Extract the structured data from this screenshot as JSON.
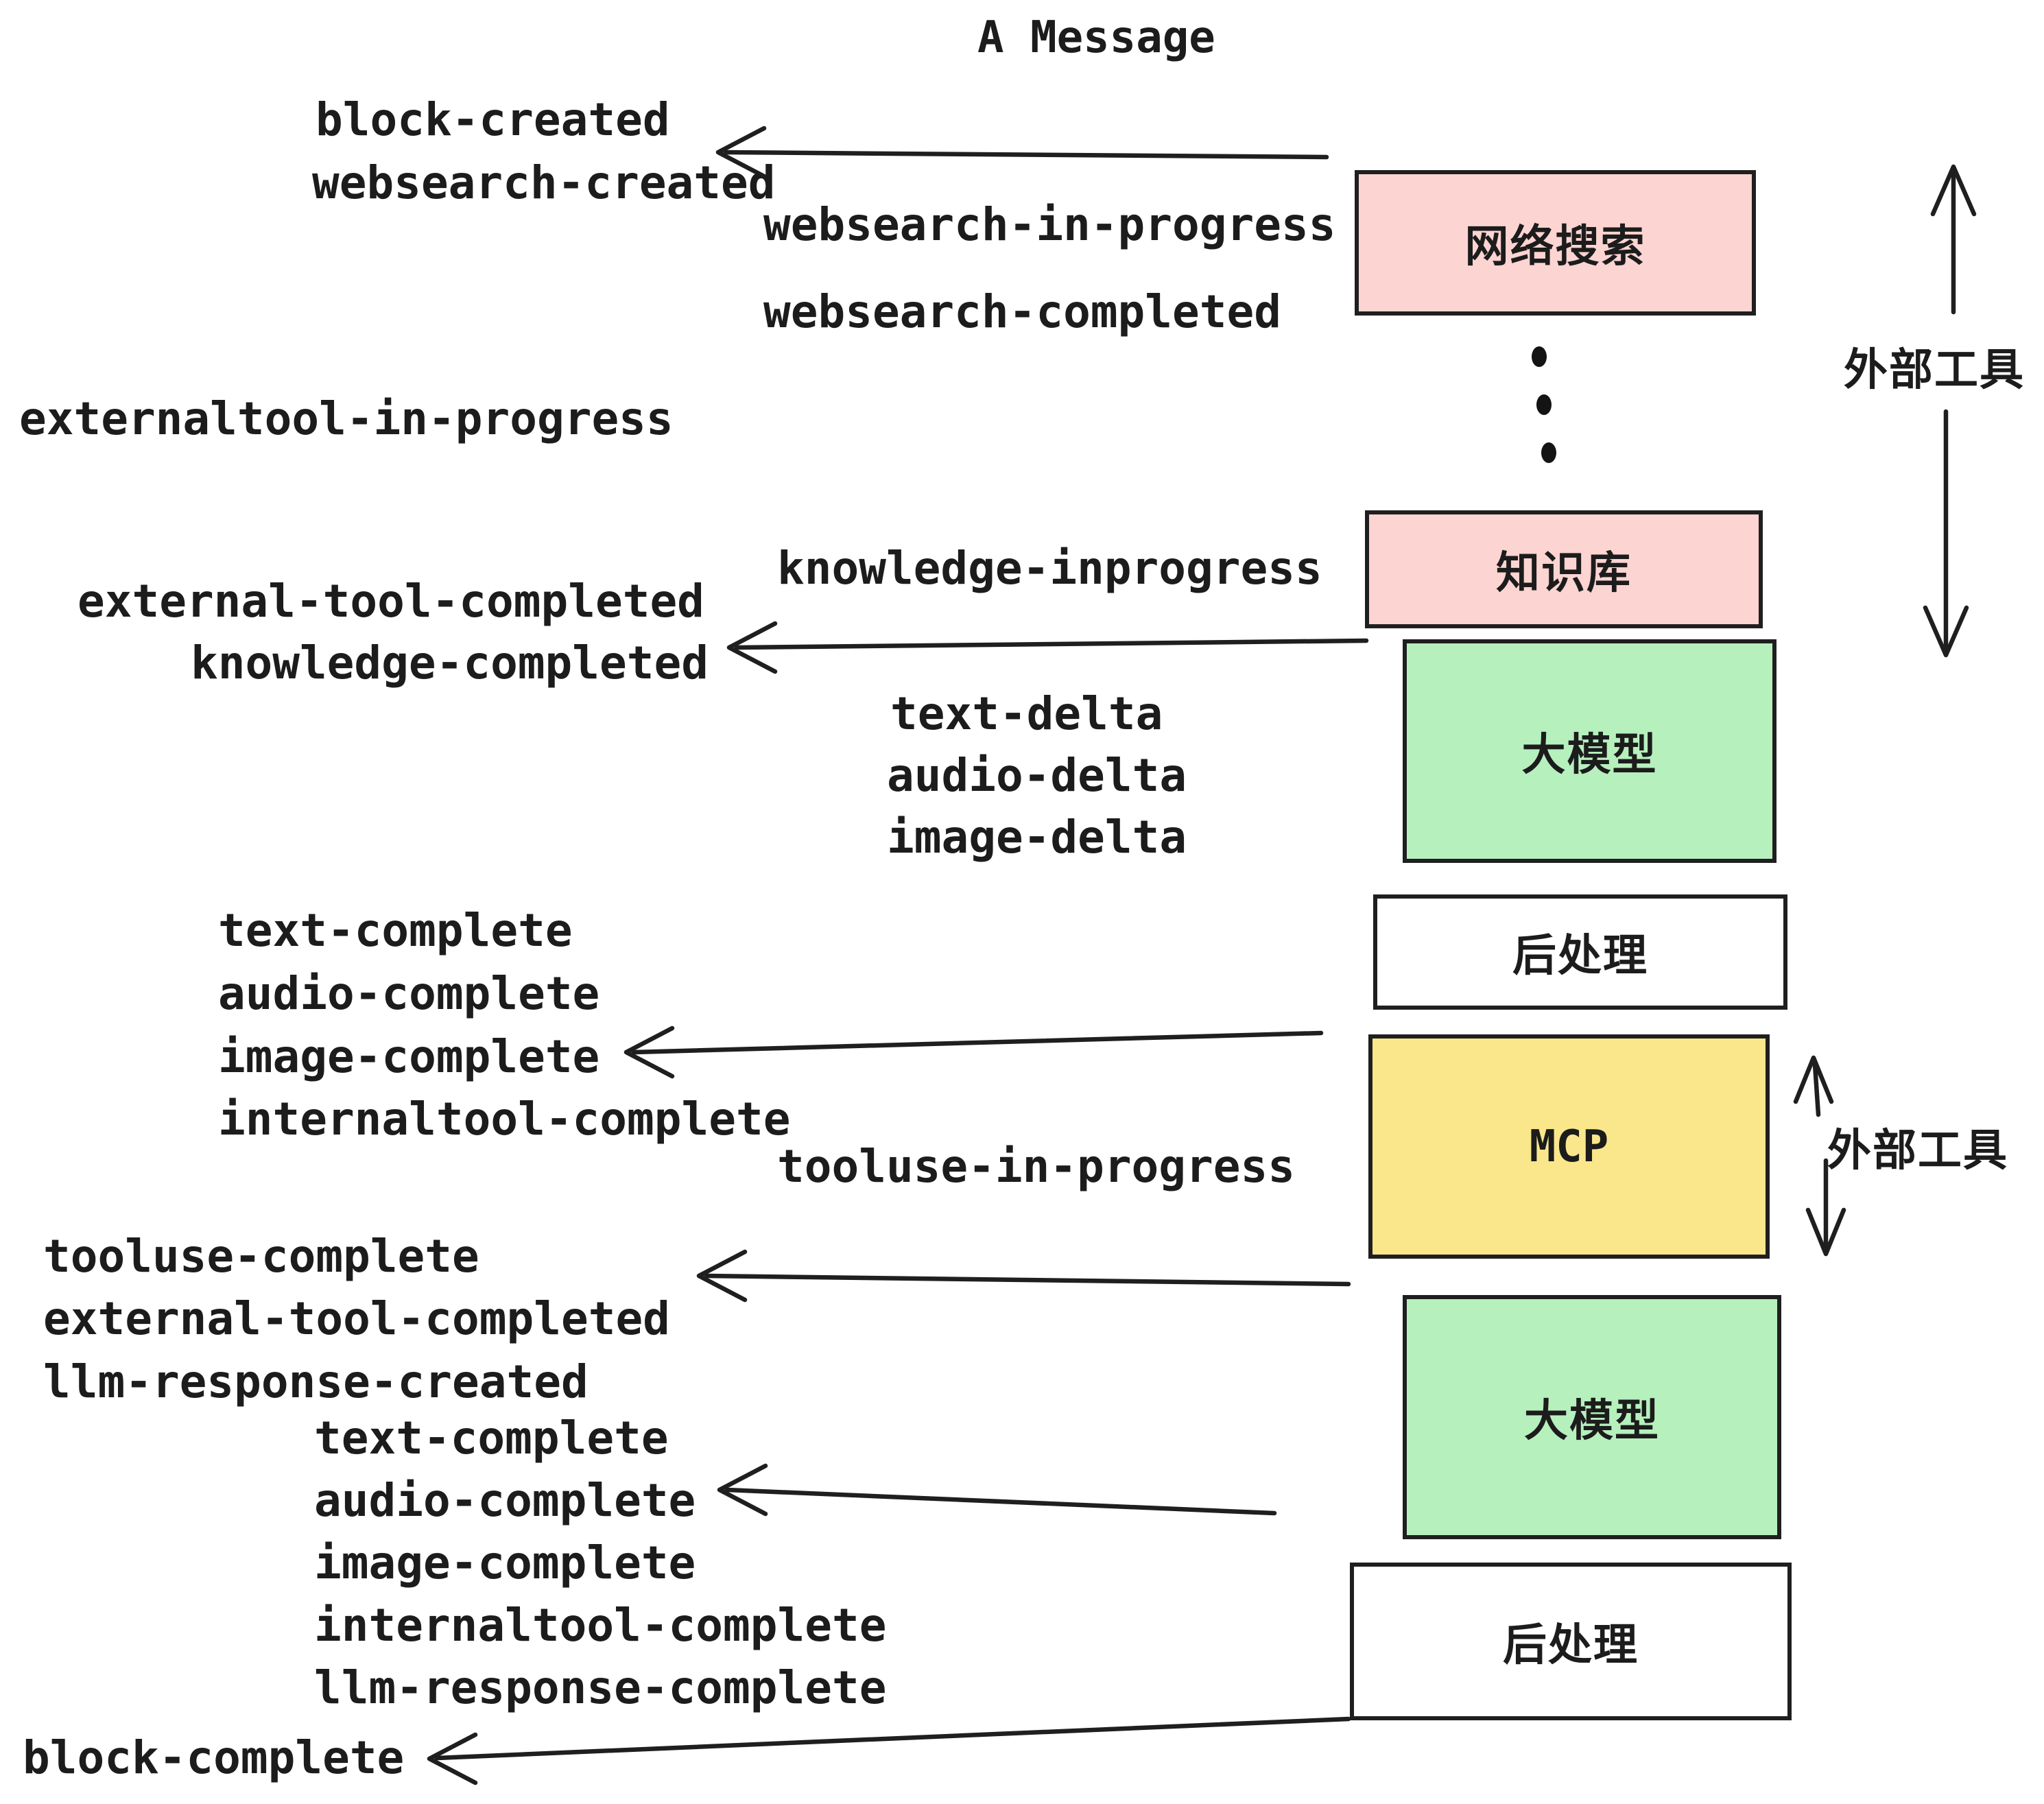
{
  "title": "A Message",
  "colors": {
    "pink": "#fcd4d1",
    "green": "#b6f0bd",
    "yellow": "#fae78b",
    "white": "#ffffff",
    "ink": "#1f1f1f"
  },
  "events": [
    {
      "text": "block-created"
    },
    {
      "text": "websearch-created"
    },
    {
      "text": "websearch-in-progress"
    },
    {
      "text": "websearch-completed"
    },
    {
      "text": "externaltool-in-progress"
    },
    {
      "text": "knowledge-inprogress"
    },
    {
      "text": "external-tool-completed"
    },
    {
      "text": "knowledge-completed"
    },
    {
      "text": "text-delta"
    },
    {
      "text": "audio-delta"
    },
    {
      "text": "image-delta"
    },
    {
      "text": "text-complete"
    },
    {
      "text": "audio-complete"
    },
    {
      "text": "image-complete"
    },
    {
      "text": "internaltool-complete"
    },
    {
      "text": "tooluse-in-progress"
    },
    {
      "text": "tooluse-complete"
    },
    {
      "text": "external-tool-completed"
    },
    {
      "text": "llm-response-created"
    },
    {
      "text": "text-complete"
    },
    {
      "text": "audio-complete"
    },
    {
      "text": "image-complete"
    },
    {
      "text": "internaltool-complete"
    },
    {
      "text": "llm-response-complete"
    },
    {
      "text": "block-complete"
    }
  ],
  "boxes": [
    {
      "label": "网络搜索",
      "fill": "pink"
    },
    {
      "label": "知识库",
      "fill": "pink"
    },
    {
      "label": "大模型",
      "fill": "green"
    },
    {
      "label": "后处理",
      "fill": "white"
    },
    {
      "label": "MCP",
      "fill": "yellow"
    },
    {
      "label": "大模型",
      "fill": "green"
    },
    {
      "label": "后处理",
      "fill": "white"
    }
  ],
  "annotations": [
    {
      "text": "外部工具"
    },
    {
      "text": "外部工具"
    }
  ]
}
